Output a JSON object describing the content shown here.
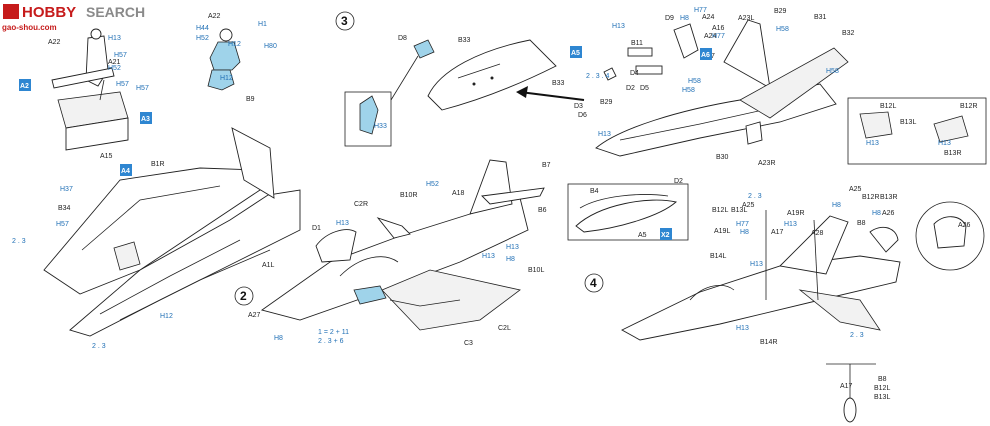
{
  "watermark": {
    "brand": "HOBBY",
    "search": "SEARCH",
    "site": "gao-shou.com"
  },
  "steps": [
    "2",
    "3",
    "4"
  ],
  "paint_tags": [
    "A2",
    "A3",
    "A4",
    "A5",
    "A6",
    "X2"
  ],
  "part_labels": [
    "A22",
    "A21",
    "A15",
    "B9",
    "B1R",
    "B34",
    "A1L",
    "A27",
    "A22",
    "D1",
    "C2R",
    "B10R",
    "A18",
    "B7",
    "B6",
    "B10L",
    "C2L",
    "C3",
    "D8",
    "B33",
    "B33",
    "D3",
    "D6",
    "B29",
    "D4",
    "D2",
    "D5",
    "B11",
    "D9",
    "A24",
    "A16",
    "A24",
    "D7",
    "A23L",
    "B29",
    "B31",
    "B32",
    "B30",
    "A23R",
    "D2",
    "B4",
    "A5",
    "A25",
    "B12L",
    "B13L",
    "A19L",
    "A17",
    "A19R",
    "A28",
    "A25",
    "B12R",
    "B13R",
    "A26",
    "B8",
    "B14L",
    "B14R",
    "B12L",
    "B12R",
    "B13L",
    "B13R",
    "A26",
    "A17",
    "B8",
    "B12L",
    "B13L"
  ],
  "color_codes": [
    "H13",
    "H57",
    "H52",
    "H57",
    "H12",
    "H44",
    "H52",
    "H1",
    "H80",
    "H12",
    "H57",
    "H37",
    "H57",
    "H12",
    "H8",
    "H13",
    "H52",
    "H13",
    "H13",
    "H8",
    "H33",
    "H13",
    "H77",
    "H8",
    "H58",
    "H58",
    "H58",
    "H13",
    "H77",
    "H8",
    "H58",
    "H13",
    "H13",
    "H13",
    "H8",
    "H13",
    "H8",
    "H77",
    "H13"
  ],
  "mixes": [
    "1 = 2 + 11",
    "2 . 3 + 6",
    "2 . 3 . 4",
    "2 . 3",
    "2 . 3",
    "2 . 3",
    "2 . 3"
  ]
}
